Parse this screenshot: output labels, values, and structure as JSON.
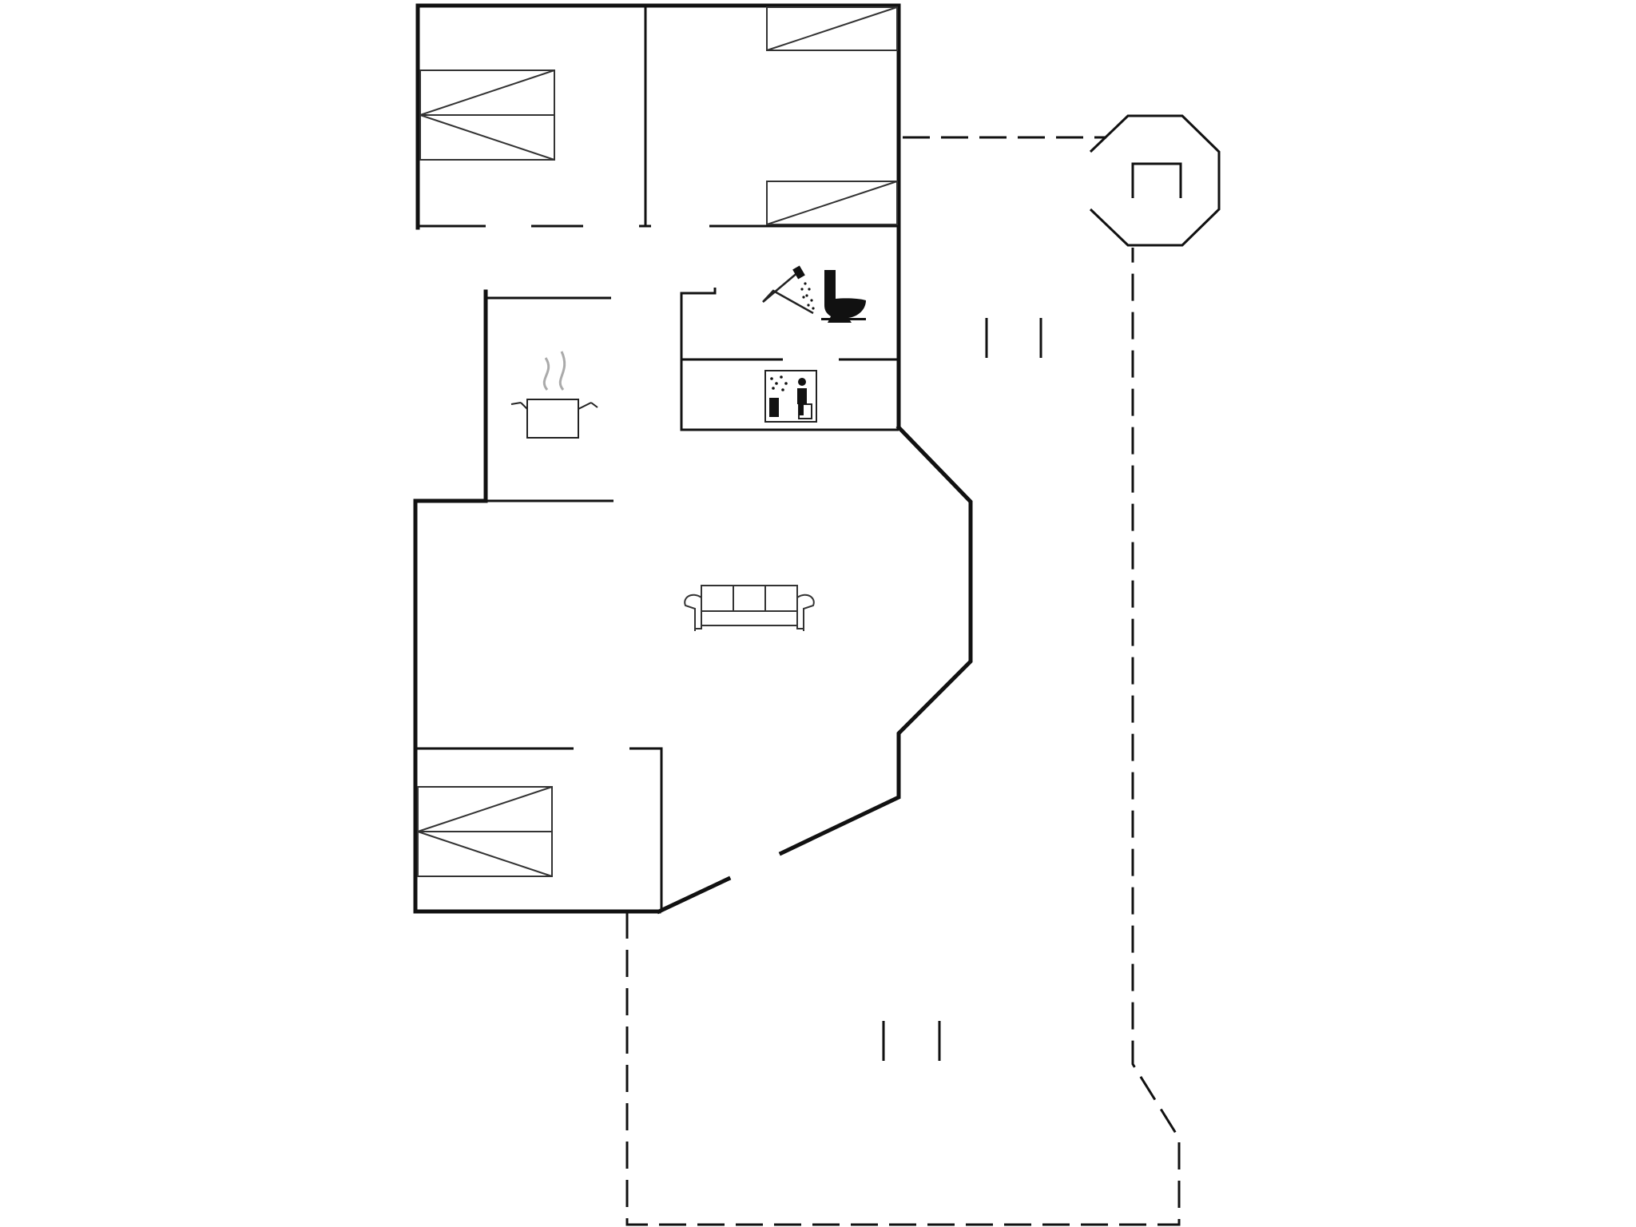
{
  "plan": {
    "rooms": [
      {
        "name": "bedroom-top-left",
        "furniture": "double-bed"
      },
      {
        "name": "bedroom-top-right",
        "furniture": "two-single-beds"
      },
      {
        "name": "bathroom",
        "furniture": "shower-and-toilet"
      },
      {
        "name": "sauna",
        "furniture": "sauna-icon"
      },
      {
        "name": "kitchen",
        "furniture": "cooking-pot-icon"
      },
      {
        "name": "living-room",
        "furniture": "sofa-icon"
      },
      {
        "name": "bedroom-bottom-left",
        "furniture": "double-bed"
      },
      {
        "name": "terrace",
        "furniture": "outdoor-area"
      },
      {
        "name": "gazebo",
        "furniture": "outdoor-seat"
      }
    ],
    "colors": {
      "wall": "#111111",
      "background": "#ffffff",
      "steam": "#aaaaaa"
    }
  }
}
